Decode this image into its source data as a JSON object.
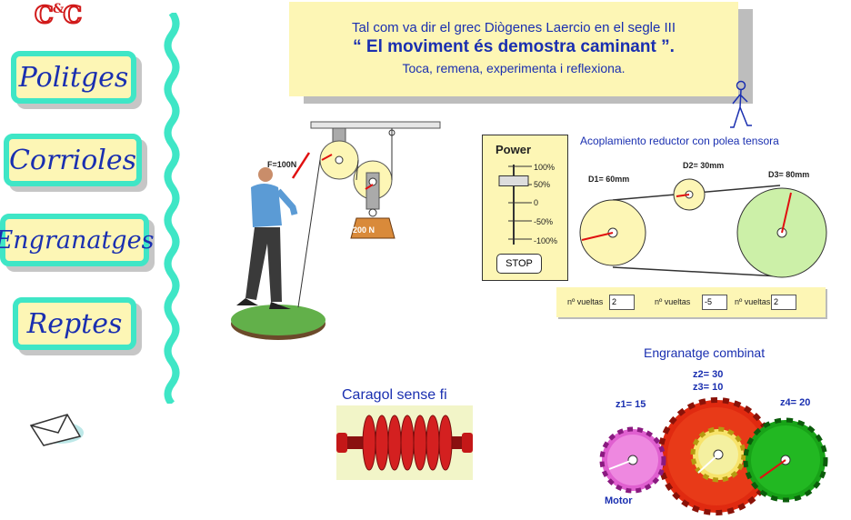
{
  "logo": {
    "left": "C",
    "amp": "&",
    "right": "C"
  },
  "nav": {
    "items": [
      {
        "label": "Politges"
      },
      {
        "label": "Corrioles"
      },
      {
        "label": "Engranatges"
      },
      {
        "label": "Reptes"
      }
    ]
  },
  "quote": {
    "line1": "Tal com va dir el grec Diògenes Laercio en el segle III",
    "line2": "“ El moviment és demostra caminant ”.",
    "line3": "Toca, remena, experimenta i reflexiona."
  },
  "pulley": {
    "force_label": "F=100N",
    "weight_label": "200 N"
  },
  "power": {
    "title": "Power",
    "ticks": [
      "100%",
      "50%",
      "0",
      "-50%",
      "-100%"
    ],
    "stop_label": "STOP",
    "level_percent": 60
  },
  "belt": {
    "title": "Acoplamiento reductor con polea tensora",
    "d1": "D1= 60mm",
    "d2": "D2= 30mm",
    "d3": "D3= 80mm",
    "turns": [
      {
        "label": "nº vueltas",
        "value": "2"
      },
      {
        "label": "nº vueltas",
        "value": "-5"
      },
      {
        "label": "nº vueltas",
        "value": "2"
      }
    ]
  },
  "worm": {
    "title": "Caragol sense fi"
  },
  "gears": {
    "title": "Engranatge  combinat",
    "z1": "z1= 15",
    "z2": "z2= 30",
    "z3": "z3= 10",
    "z4": "z4= 20",
    "motor": "Motor"
  },
  "colors": {
    "accent_cyan": "#3fe6c6",
    "panel_yellow": "#fdf6b5",
    "text_blue": "#1a2fb0",
    "logo_red": "#d11a1a"
  },
  "icons": [
    "envelope-icon",
    "walking-man-icon"
  ]
}
